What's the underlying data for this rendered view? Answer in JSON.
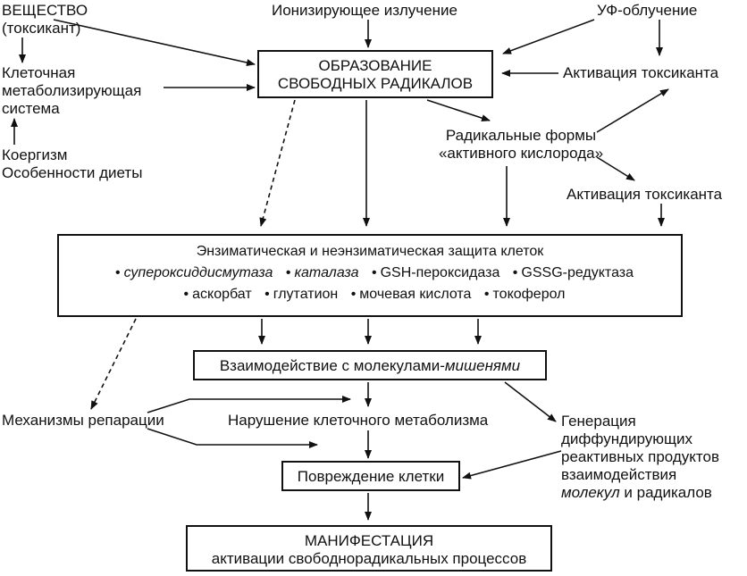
{
  "nodes": {
    "substance": {
      "line1": "ВЕЩЕСТВО",
      "line2": "(токсикант)"
    },
    "ionizing": "Ионизирующее излучение",
    "uv": "УФ-облучение",
    "metabolizing": {
      "line1": "Клеточная",
      "line2": "метаболизирующая",
      "line3": "система"
    },
    "coergism": {
      "line1": "Коергизм",
      "line2": "Особенности диеты"
    },
    "radicals_formation": {
      "line1": "ОБРАЗОВАНИЕ",
      "line2": "СВОБОДНЫХ РАДИКАЛОВ"
    },
    "activation_top": "Активация токсиканта",
    "oxygen_forms": {
      "line1": "Радикальные формы",
      "line2": "«активного кислорода»"
    },
    "activation_mid": "Активация токсиканта",
    "defense": {
      "title": "Энзиматическая и неэнзиматическая защита клеток",
      "row1": [
        "супероксиддисмутаза",
        "каталаза",
        "GSH-пероксидаза",
        "GSSG-редуктаза"
      ],
      "row2": [
        "аскорбат",
        "глутатион",
        "мочевая кислота",
        "токоферол"
      ]
    },
    "interaction": {
      "part1": "Взаимодействие с молекулами-",
      "part2": "мишенями"
    },
    "repair": "Механизмы репарации",
    "metabolism_disruption": "Нарушение клеточного метаболизма",
    "generation": {
      "line1": "Генерация",
      "line2": "диффундирующих",
      "line3": "реактивных продуктов",
      "line4": "взаимодействия",
      "line5_italic": "молекул",
      "line5_rest": " и радикалов"
    },
    "cell_damage": "Повреждение клетки",
    "manifestation": {
      "line1": "МАНИФЕСТАЦИЯ",
      "line2": "активации свободнорадикальных процессов"
    }
  },
  "bullet_symbol": "•",
  "colors": {
    "ink": "#111111",
    "background": "#ffffff"
  }
}
